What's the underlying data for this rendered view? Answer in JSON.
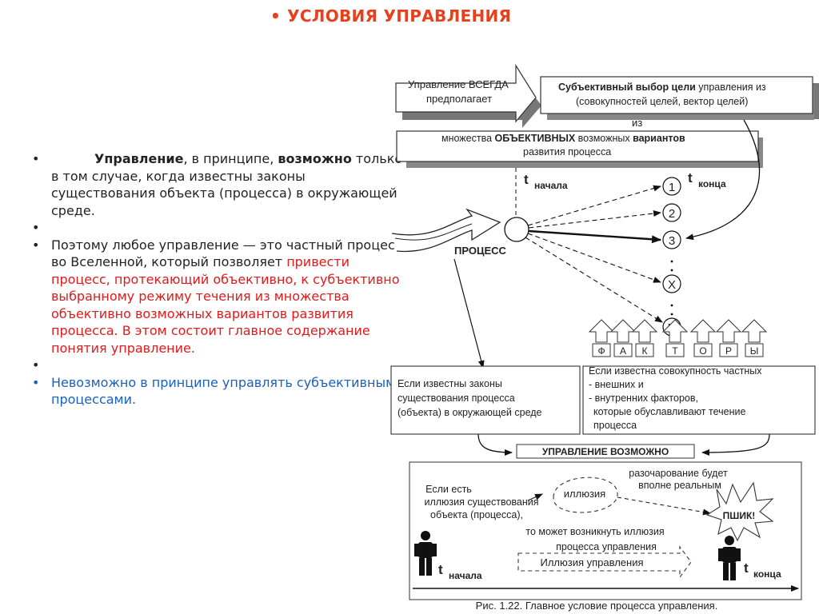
{
  "slide": {
    "bullet_char": "•",
    "title": "УСЛОВИЯ УПРАВЛЕНИЯ"
  },
  "bullets": [
    {
      "bold1": "Управление",
      "text1": ", в принципе, ",
      "bold2": "возможно",
      "text2": " только в том случае, когда известны законы существования объекта (процесса) в окружающей среде."
    },
    {
      "text1": "Поэтому любое управление — это частный процесс во Вселенной, который позволяет ",
      "red": "привести процесс, протекающий объективно, к субъективно выбранному режиму течения из множества объективно возможных вариантов развития процесса. В этом состоит главное содержание понятия управление."
    },
    {
      "blue": "Невозможно в принципе управлять субъективными процессами."
    }
  ],
  "diagram": {
    "arrow_box": {
      "line1": "Управление ВСЕГДА",
      "line2": "предполагает"
    },
    "choice_box": {
      "bold": "Субъективный выбор цели",
      "rest": " управления из",
      "line2": "(совокупностей целей, вектор целей)"
    },
    "iz": "из",
    "set_box": {
      "pre": "множества ",
      "bold1": "ОБЪЕКТИВНЫХ",
      "mid": " возможных ",
      "bold2": "вариантов",
      "line2": "развития процесса"
    },
    "t_start": {
      "t": "t",
      "sub": "начала"
    },
    "t_end": {
      "t": "t",
      "sub": "конца"
    },
    "process_label": "ПРОЦЕСС",
    "outcomes": [
      "1",
      "2",
      "3",
      "X",
      "N"
    ],
    "factor_letters": [
      "Ф",
      "А",
      "К",
      "Т",
      "О",
      "Р",
      "Ы"
    ],
    "laws_box": [
      "Если известны законы",
      "существования процесса",
      "(объекта) в окружающей среде"
    ],
    "factors_box": [
      "Если известна совокупность частных",
      "- внешних и",
      "- внутренних факторов,",
      "которые обуславливают  течение",
      "процесса"
    ],
    "possible_label": "УПРАВЛЕНИЕ  ВОЗМОЖНО",
    "illusion_text": [
      "Если есть",
      "иллюзия существования",
      "объекта (процесса),"
    ],
    "illusion_cloud": "иллюзия",
    "disappointment": [
      "разочарование будет",
      "вполне реальным"
    ],
    "pshik": "ПШИК!",
    "may_arise": [
      "то может возникнуть иллюзия",
      "процесса управления"
    ],
    "illusion_arrow": "Иллюзия управления",
    "bottom_t_start": {
      "t": "t",
      "sub": "начала"
    },
    "bottom_t_end": {
      "t": "t",
      "sub": "конца"
    },
    "caption": "Рис. 1.22. Главное условие процесса управления."
  }
}
